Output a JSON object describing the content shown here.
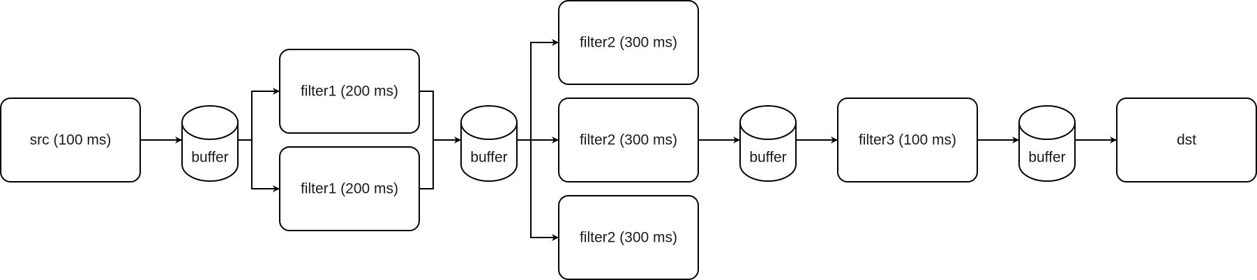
{
  "nodes": {
    "src": "src (100 ms)",
    "buffer_1": "buffer",
    "filter1_a": "filter1 (200 ms)",
    "filter1_b": "filter1 (200 ms)",
    "buffer_2": "buffer",
    "filter2_a": "filter2 (300 ms)",
    "filter2_b": "filter2 (300 ms)",
    "filter2_c": "filter2 (300 ms)",
    "buffer_3": "buffer",
    "filter3": "filter3 (100 ms)",
    "buffer_4": "buffer",
    "dst": "dst"
  },
  "colors": {
    "stroke": "#000000",
    "fill": "#ffffff",
    "text": "#1a1a1a"
  }
}
